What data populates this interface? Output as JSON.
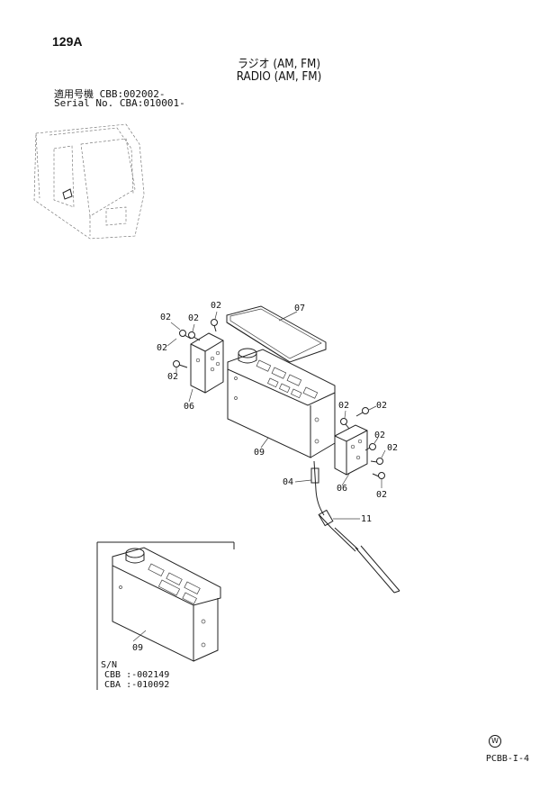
{
  "page": {
    "number": "129A",
    "title_jp": "ラジオ (AM, FM)",
    "title_en": "RADIO (AM, FM)",
    "serials": [
      {
        "label": "適用号機",
        "value": "CBB:002002-"
      },
      {
        "label": "Serial No.",
        "value": "CBA:010001-"
      }
    ],
    "footer_code": "PCBB-I-4",
    "mark": "W"
  },
  "callouts": {
    "c02a": "02",
    "c02b": "02",
    "c02c": "02",
    "c02d": "02",
    "c02e": "02",
    "c02f": "02",
    "c02g": "02",
    "c02h": "02",
    "c02i": "02",
    "c06a": "06",
    "c06b": "06",
    "c07": "07",
    "c09": "09",
    "c04": "04",
    "c11": "11",
    "c09_inset": "09"
  },
  "inset": {
    "sn_label": "S/N",
    "sn_rows": [
      {
        "model": "CBB",
        "value": ":-002149"
      },
      {
        "model": "CBA",
        "value": ":-010092"
      }
    ]
  }
}
